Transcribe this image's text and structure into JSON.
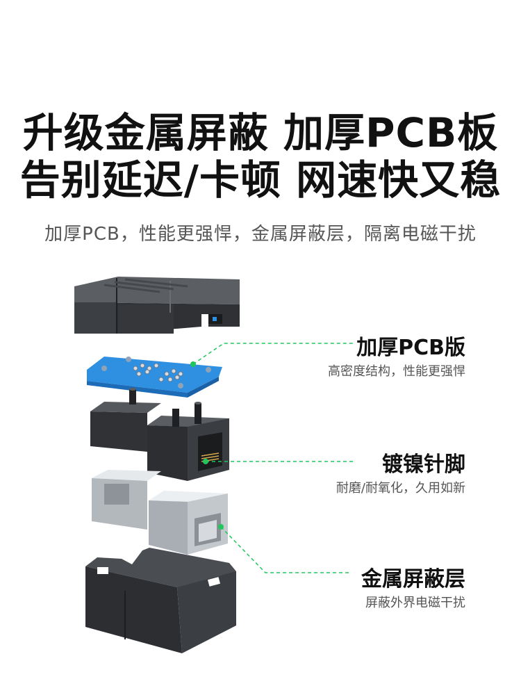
{
  "headline": {
    "line1": "升级金属屏蔽 加厚PCB板",
    "line2": "告别延迟/卡顿 网速快又稳"
  },
  "subheadline": "加厚PCB，性能更强悍，金属屏蔽层，隔离电磁干扰",
  "features": [
    {
      "title": "加厚PCB版",
      "desc": "高密度结构，性能更强悍"
    },
    {
      "title": "镀镍针脚",
      "desc": "耐磨/耐氧化，久用如新"
    },
    {
      "title": "金属屏蔽层",
      "desc": "屏蔽外界电磁干扰"
    }
  ],
  "colors": {
    "accent_green": "#22c55e",
    "pcb_blue": "#2f8fe0",
    "housing_black": "#3a3c40",
    "metal_silver": "#c9cdd2"
  }
}
